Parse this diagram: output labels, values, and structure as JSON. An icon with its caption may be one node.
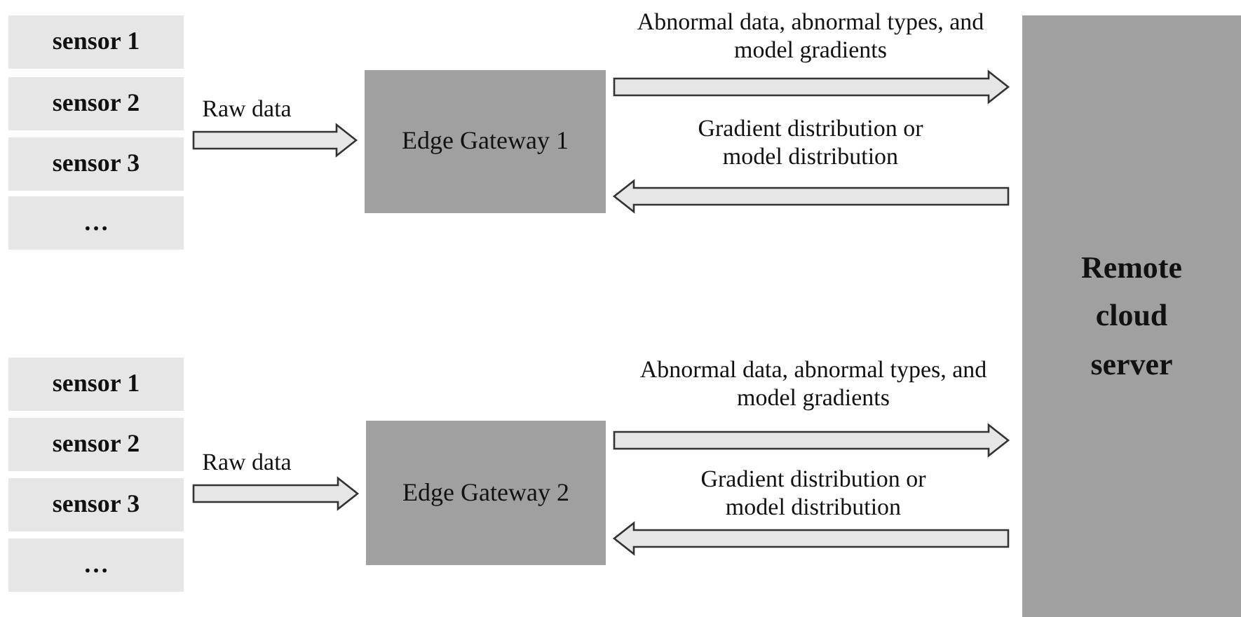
{
  "diagram": {
    "nodes": [
      {
        "text": [
          "sensor 1"
        ]
      },
      {
        "text": [
          "sensor 2"
        ]
      },
      {
        "text": [
          "sensor 3"
        ]
      },
      {
        "text": [
          "…"
        ]
      },
      {
        "text": [
          "Edge Gateway 1"
        ]
      },
      {
        "text": [
          "sensor 1"
        ]
      },
      {
        "text": [
          "sensor 2"
        ]
      },
      {
        "text": [
          "sensor 3"
        ]
      },
      {
        "text": [
          "…"
        ]
      },
      {
        "text": [
          "Edge Gateway 2"
        ]
      },
      {
        "text": [
          "Remote cloud server"
        ]
      }
    ],
    "edges": [
      {
        "from": null,
        "to": 4,
        "arrow": "to",
        "label": "Raw data"
      },
      {
        "from": 4,
        "to": 10,
        "arrow": "to",
        "label": "Abnormal data, abnormal types, and model gradients"
      },
      {
        "from": 10,
        "to": 4,
        "arrow": "to",
        "label": "Gradient distribution or model distribution"
      },
      {
        "from": null,
        "to": 9,
        "arrow": "to",
        "label": "Raw data"
      },
      {
        "from": 9,
        "to": 10,
        "arrow": "to",
        "label": "Abnormal data, abnormal types, and model gradients"
      },
      {
        "from": 10,
        "to": 9,
        "arrow": "to",
        "label": "Gradient distribution or model distribution"
      }
    ]
  }
}
